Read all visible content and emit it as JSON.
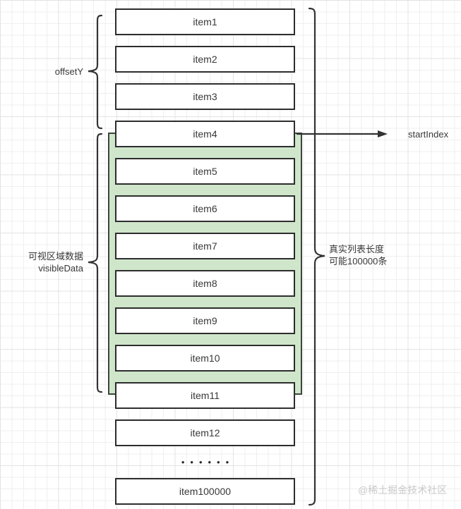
{
  "diagram": {
    "list": {
      "items": [
        "item1",
        "item2",
        "item3",
        "item4",
        "item5",
        "item6",
        "item7",
        "item8",
        "item9",
        "item10",
        "item11",
        "item12"
      ],
      "ellipsis": "••••••",
      "last_item": "item100000"
    },
    "labels": {
      "offset_y": "offsetY",
      "visible_area_cn": "可视区域数据",
      "visible_area_en": "visibleData",
      "real_length_line1": "真实列表长度",
      "real_length_line2": "可能100000条",
      "start_index": "startIndex"
    },
    "watermark": "@稀土掘金技术社区",
    "colors": {
      "highlight_fill": "#cfe6cb",
      "highlight_border": "#3c453c",
      "box_border": "#2d2d2d",
      "line": "#333333",
      "text": "#383838",
      "watermark": "#c9c9c9"
    }
  }
}
